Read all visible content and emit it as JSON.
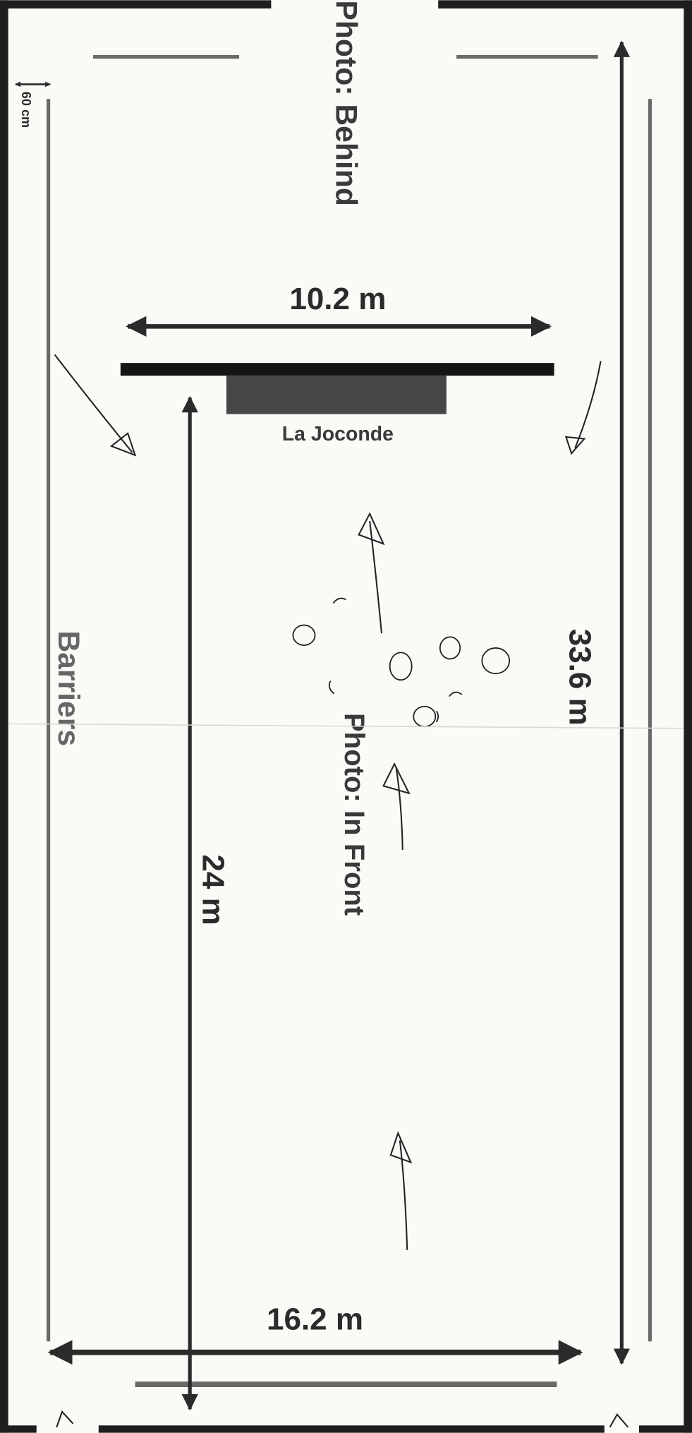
{
  "labels": {
    "photo_behind": "Photo: Behind",
    "photo_in_front": "Photo: In Front",
    "painting": "La Joconde",
    "barriers": "Barriers",
    "barrier_gap": "60 cm",
    "wall_width": "10.2 m",
    "room_width": "16.2 m",
    "room_length": "33.6 m",
    "distance_to_painting": "24 m"
  },
  "colors": {
    "paper": "#fafaf7",
    "ink": "#2b2b2b",
    "barrier": "#6a6a6a",
    "painting": "#464646",
    "pen": "#222222"
  }
}
